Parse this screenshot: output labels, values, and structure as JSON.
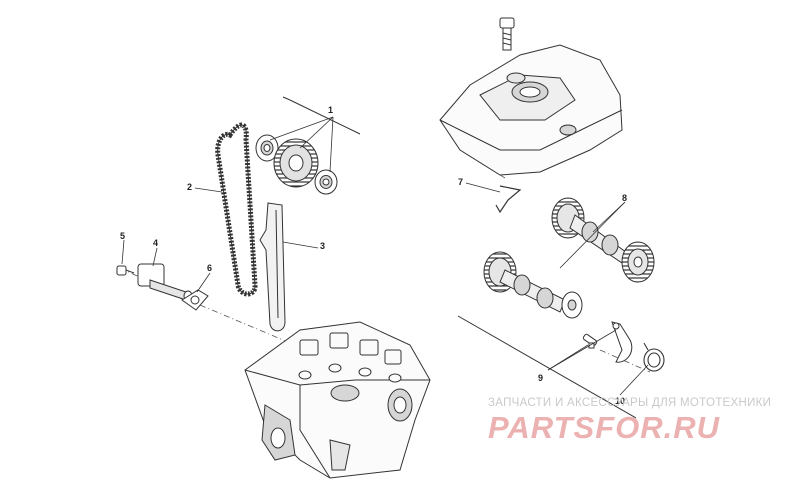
{
  "callouts": {
    "c1": "1",
    "c2": "2",
    "c3": "3",
    "c4": "4",
    "c5": "5",
    "c6": "6",
    "c7": "7",
    "c8": "8",
    "c9": "9",
    "c10": "10"
  },
  "watermark": {
    "subtitle": "ЗАПЧАСТИ И АКСЕССУАРЫ ДЛЯ МОТОТЕХНИКИ",
    "logo": "PARTSFOR.RU"
  },
  "colors": {
    "line": "#3a3a3a",
    "shade": "#d6d6d6",
    "watermark_logo": "#ecb1b1",
    "watermark_text": "#c9c9c9"
  }
}
